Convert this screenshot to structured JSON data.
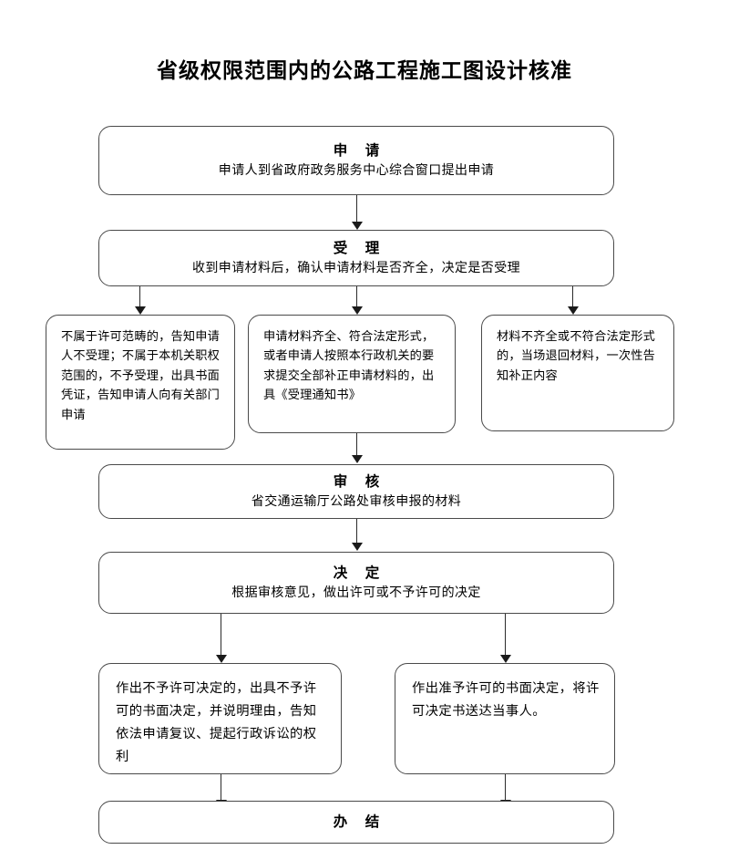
{
  "page": {
    "title": "省级权限范围内的公路工程施工图设计核准",
    "background_color": "#ffffff",
    "line_color": "#4a4a4a",
    "text_color": "#000000"
  },
  "flow": {
    "nodes": [
      {
        "id": "apply",
        "head": "申  请",
        "text": "申请人到省政府政务服务中心综合窗口提出申请"
      },
      {
        "id": "accept",
        "head": "受  理",
        "text": "收到申请材料后，确认申请材料是否齐全，决定是否受理"
      },
      {
        "id": "branch-not-in-scope",
        "text": "不属于许可范畴的，告知申请人不受理；不属于本机关职权范围的，不予受理，出具书面凭证，告知申请人向有关部门申请"
      },
      {
        "id": "branch-complete",
        "text": "申请材料齐全、符合法定形式，或者申请人按照本行政机关的要求提交全部补正申请材料的，出具《受理通知书》"
      },
      {
        "id": "branch-incomplete",
        "text": "材料不齐全或不符合法定形式的，当场退回材料，一次性告知补正内容"
      },
      {
        "id": "review",
        "head": "审  核",
        "text": "省交通运输厅公路处审核申报的材料"
      },
      {
        "id": "decide",
        "head": "决  定",
        "text": "根据审核意见，做出许可或不予许可的决定"
      },
      {
        "id": "decision-denied",
        "text": "作出不予许可决定的，出具不予许可的书面决定，并说明理由，告知依法申请复议、提起行政诉讼的权利"
      },
      {
        "id": "decision-granted",
        "text": "作出准予许可的书面决定，将许可决定书送达当事人。"
      },
      {
        "id": "finish",
        "head": "办  结"
      }
    ]
  }
}
